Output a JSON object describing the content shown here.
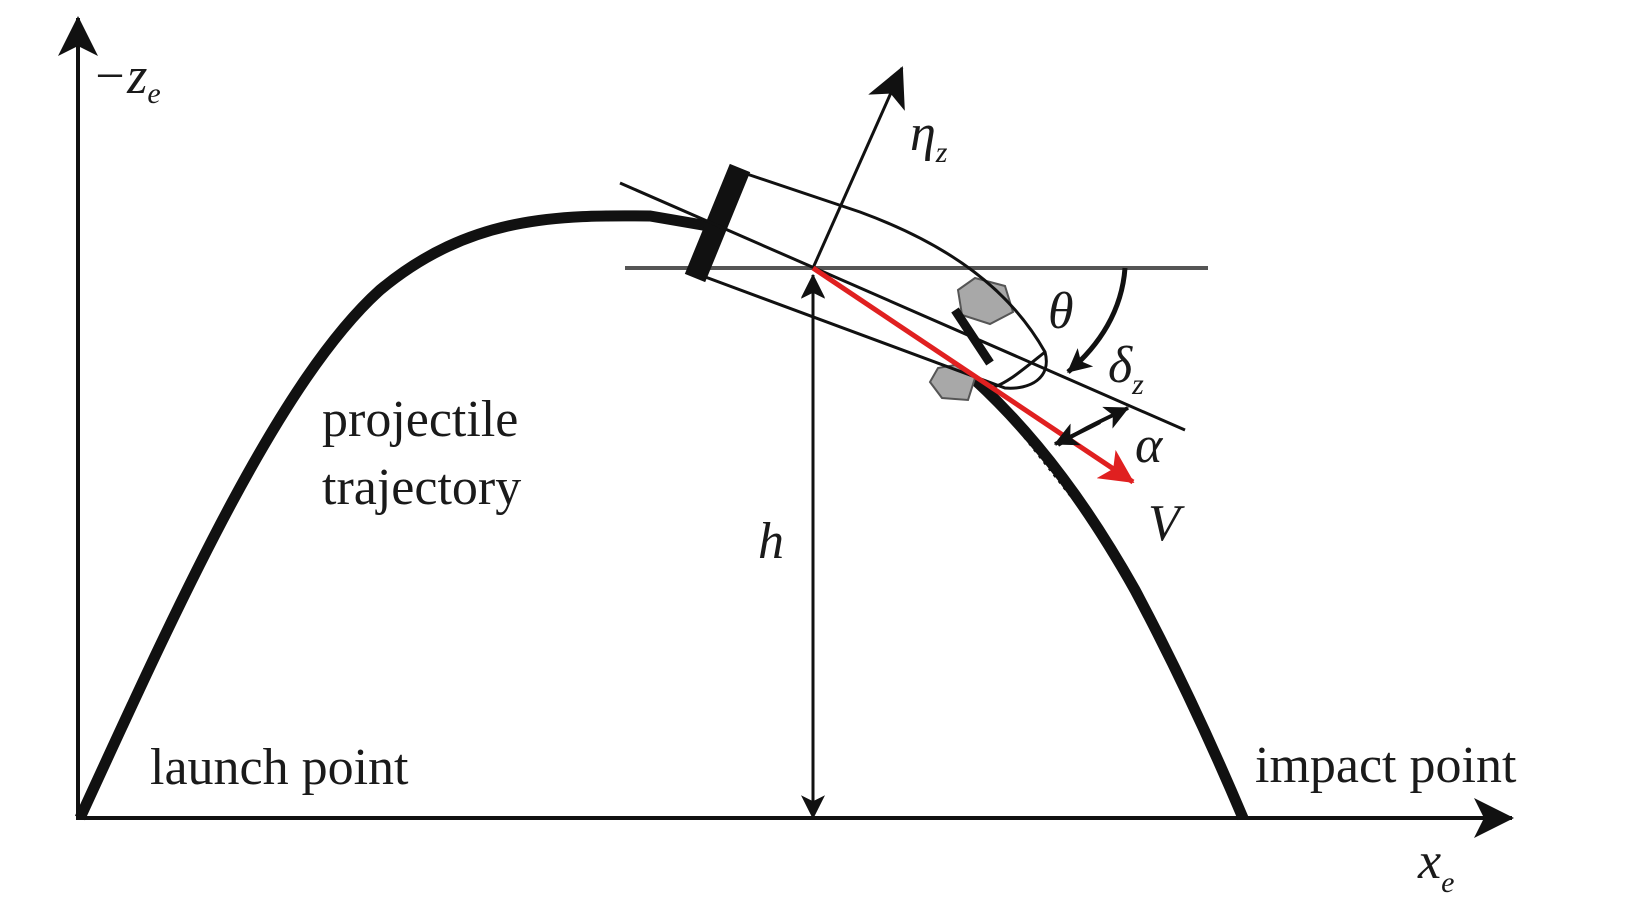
{
  "axes": {
    "vertical_label": "−z",
    "vertical_subscript": "e",
    "horizontal_label": "x",
    "horizontal_subscript": "e"
  },
  "labels": {
    "trajectory_line1": "projectile",
    "trajectory_line2": "trajectory",
    "launch_point": "launch point",
    "impact_point": "impact point",
    "height": "h",
    "velocity": "V",
    "pitch_angle": "θ",
    "attack_angle": "α",
    "deflection": "δ",
    "deflection_subscript": "z",
    "body_axis": "η",
    "body_axis_subscript": "z"
  },
  "colors": {
    "velocity_vector": "#e02020",
    "ink": "#111111",
    "canard_fill": "#a8a8a8"
  }
}
